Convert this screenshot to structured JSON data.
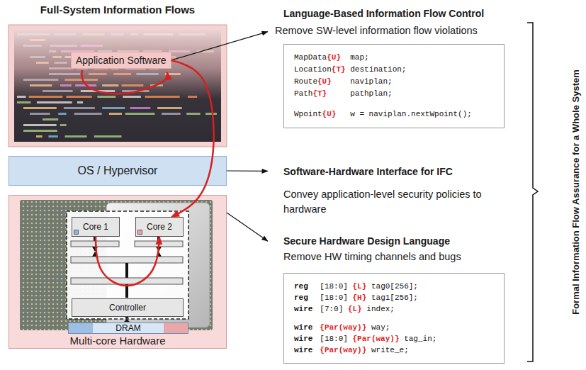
{
  "diagram": {
    "nodes": [
      {
        "text": [
          "Application Software"
        ]
      },
      {
        "text": [
          "OS / Hypervisor"
        ]
      },
      {
        "text": [
          "Multi-core Hardware"
        ]
      },
      {
        "text": [
          "Core 1"
        ],
        "in": 2
      },
      {
        "text": [
          "Core 2"
        ],
        "in": 2
      },
      {
        "text": [
          "Controller"
        ],
        "in": 2
      },
      {
        "text": [
          "DRAM"
        ],
        "in": 2
      },
      {
        "text": [
          "Language-Based Information Flow Control",
          "Remove SW-level information flow violations"
        ]
      },
      {
        "text": [
          "MapData{U} map;",
          "Location{T} destination;",
          "Route{U} naviplan;",
          "Path{T} pathplan;",
          "Wpoint{U} w = naviplan.nextWpoint();"
        ],
        "in": 7
      },
      {
        "text": [
          "Software-Hardware Interface for IFC",
          "Convey application-level security policies to hardware"
        ]
      },
      {
        "text": [
          "Secure Hardware Design Language",
          "Remove HW timing channels and bugs"
        ]
      },
      {
        "text": [
          "reg [18:0] {L} tag0[256];",
          "reg [18:0] {H} tag1[256];",
          "wire [7:0] {L} index;",
          "wire {Par(way)} way;",
          "wire [18:0] {Par(way)} tag_in;",
          "wire {Par(way)} write_e;"
        ],
        "in": 10
      }
    ],
    "edges": [
      {
        "from": 0,
        "to": 7,
        "arrow": "to"
      },
      {
        "from": 1,
        "to": 9,
        "arrow": "to"
      },
      {
        "from": 2,
        "to": 10,
        "arrow": "to"
      },
      {
        "from": 0,
        "to": 4,
        "arrow": "to"
      },
      {
        "from": 3,
        "to": 4,
        "arrow": "to"
      }
    ],
    "labels": [
      "Full-System Information Flows",
      "Formal Information Flow Assurance for a Whole System"
    ]
  }
}
